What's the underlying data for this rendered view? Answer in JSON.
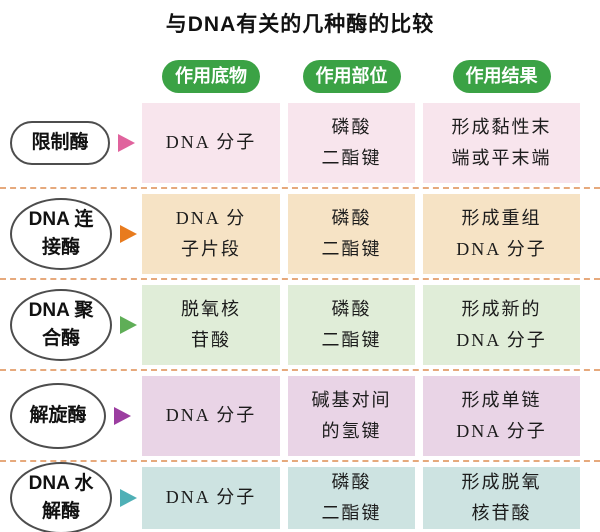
{
  "title": "与DNA有关的几种酶的比较",
  "columns": {
    "substrate": "作用底物",
    "site": "作用部位",
    "result": "作用结果"
  },
  "colors": {
    "header_pill": "#3ba245",
    "separator": "#e6a97c",
    "oval_border": "#4d4d4d"
  },
  "rows": [
    {
      "enzyme": "限制酶",
      "arrow_color": "#e0639d",
      "bg": "#f8e5ed",
      "substrate": "DNA 分子",
      "site": "磷酸\n二酯键",
      "result": "形成黏性末\n端或平末端"
    },
    {
      "enzyme": "DNA 连\n接酶",
      "arrow_color": "#e87b1e",
      "bg": "#f6e3c5",
      "substrate": "DNA 分\n子片段",
      "site": "磷酸\n二酯键",
      "result": "形成重组\nDNA 分子"
    },
    {
      "enzyme": "DNA 聚\n合酶",
      "arrow_color": "#5fae57",
      "bg": "#e0edd8",
      "substrate": "脱氧核\n苷酸",
      "site": "磷酸\n二酯键",
      "result": "形成新的\nDNA 分子"
    },
    {
      "enzyme": "解旋酶",
      "arrow_color": "#9b3da0",
      "bg": "#e9d4e6",
      "substrate": "DNA 分子",
      "site": "碱基对间\n的氢键",
      "result": "形成单链\nDNA 分子"
    },
    {
      "enzyme": "DNA 水\n解酶",
      "arrow_color": "#4fb0b6",
      "bg": "#cde3e1",
      "substrate": "DNA 分子",
      "site": "磷酸\n二酯键",
      "result": "形成脱氧\n核苷酸"
    }
  ]
}
